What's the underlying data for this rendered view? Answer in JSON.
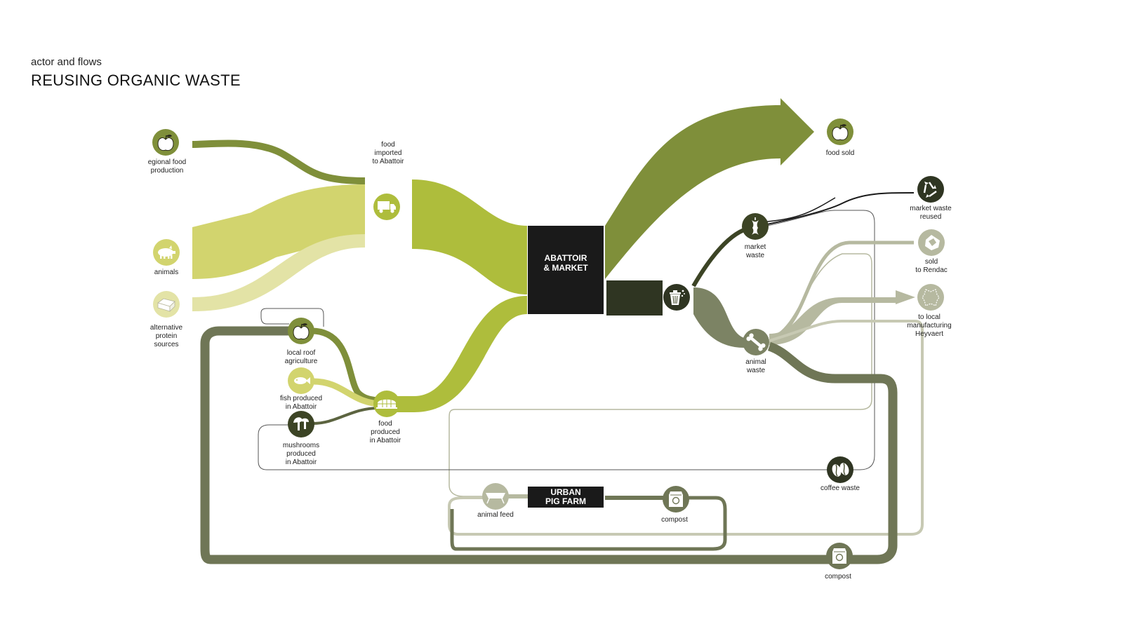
{
  "header": {
    "kicker": "actor and flows",
    "title": "REUSING ORGANIC WASTE"
  },
  "colors": {
    "olive": "#7f8f3a",
    "lime": "#aebd3c",
    "pale_lime": "#d2d46e",
    "paler": "#e3e3a6",
    "dark": "#1a1a1a",
    "dark_olive": "#3c4425",
    "grey_olive": "#6f7656",
    "sage": "#b6b9a0",
    "pale_sage": "#c7c9b3"
  },
  "actors": {
    "abattoir": [
      "ABATTOIR",
      "& MARKET"
    ],
    "pig_farm": [
      "URBAN",
      "PIG FARM"
    ]
  },
  "nodes": {
    "regional": {
      "label": [
        "egional food",
        "production"
      ],
      "icon": "apple-icon"
    },
    "animals": {
      "label": [
        "animals"
      ],
      "icon": "pig-icon"
    },
    "alt_protein": {
      "label": [
        "alternative",
        "protein",
        "sources"
      ],
      "icon": "tofu-icon"
    },
    "imported": {
      "label": [
        "food",
        "imported",
        "to Abattoir"
      ],
      "icon": "truck-icon"
    },
    "roof": {
      "label": [
        "local roof",
        "agriculture"
      ],
      "icon": "apple-icon"
    },
    "fish": {
      "label": [
        "fish produced",
        "in Abattoir"
      ],
      "icon": "fish-icon"
    },
    "mushrooms": {
      "label": [
        "mushrooms",
        "produced",
        "in Abattoir"
      ],
      "icon": "mushroom-icon"
    },
    "produced": {
      "label": [
        "food",
        "produced",
        "in Abattoir"
      ],
      "icon": "greenhouse-icon"
    },
    "food_sold": {
      "label": [
        "food sold"
      ],
      "icon": "apple-icon"
    },
    "waste_bin": {
      "label": [],
      "icon": "trash-icon"
    },
    "market_waste": {
      "label": [
        "market",
        "waste"
      ],
      "icon": "apple-core-icon"
    },
    "animal_waste": {
      "label": [
        "animal",
        "waste"
      ],
      "icon": "bone-icon"
    },
    "reused": {
      "label": [
        "market waste",
        "reused"
      ],
      "icon": "recycle-icon"
    },
    "rendac": {
      "label": [
        "sold",
        "to Rendac"
      ],
      "icon": "rendac-icon"
    },
    "heyvaert": {
      "label": [
        "to local",
        "manufacturing",
        "Heyvaert"
      ],
      "icon": "leather-icon"
    },
    "coffee": {
      "label": [
        "coffee waste"
      ],
      "icon": "coffee-bean-icon"
    },
    "feed": {
      "label": [
        "animal feed"
      ],
      "icon": "feed-trough-icon"
    },
    "compost1": {
      "label": [
        "compost"
      ],
      "icon": "compost-bag-icon"
    },
    "compost2": {
      "label": [
        "compost"
      ],
      "icon": "compost-bag-icon"
    }
  }
}
